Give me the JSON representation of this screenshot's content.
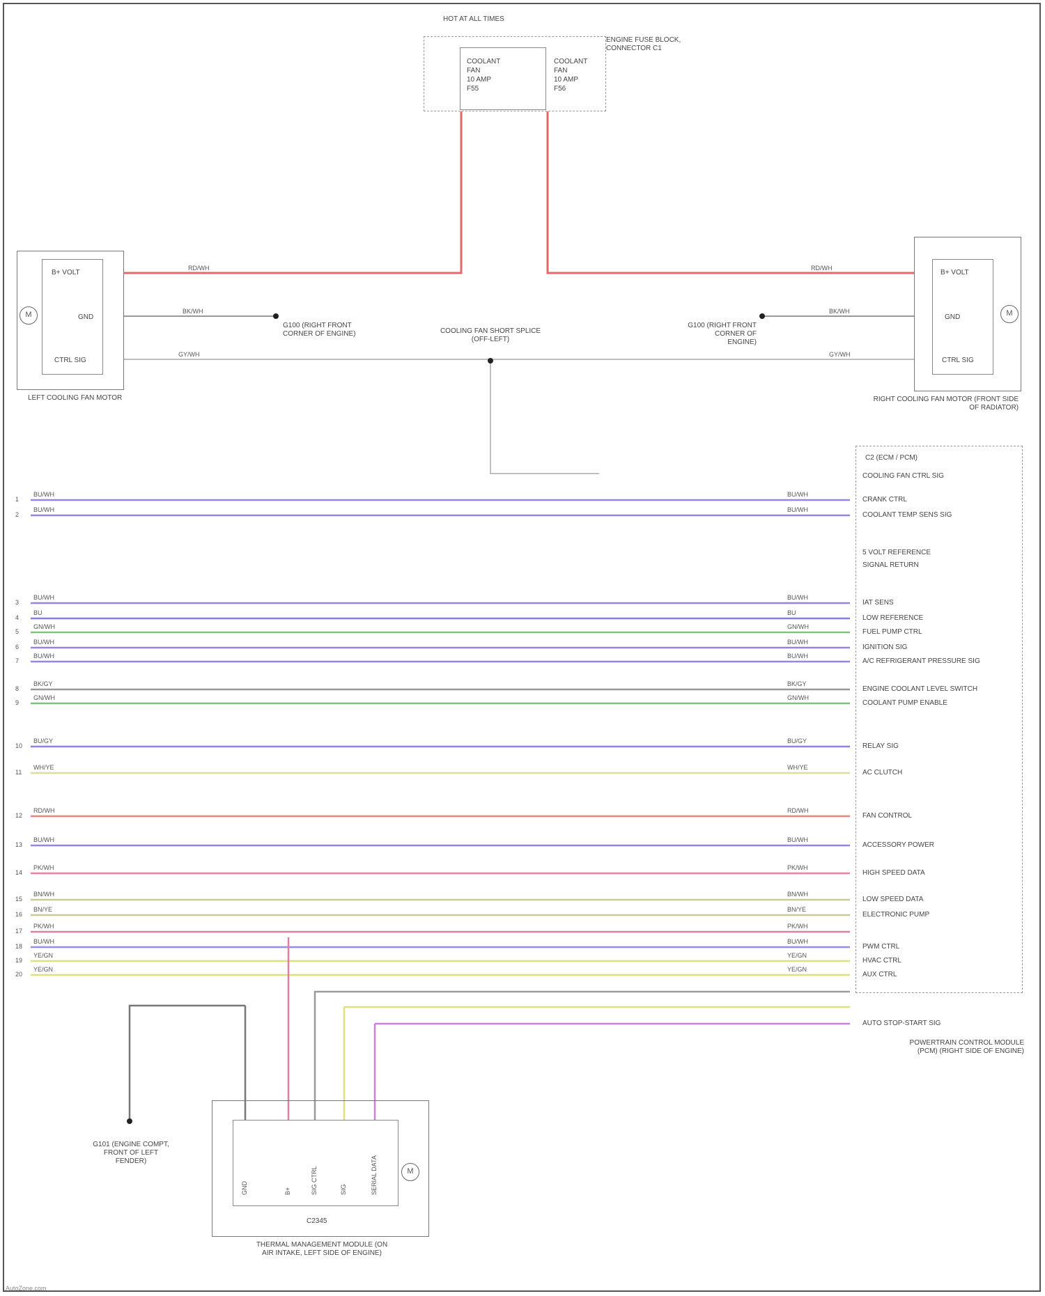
{
  "fuse": {
    "title": "HOT AT ALL TIMES",
    "block_label": "ENGINE FUSE BLOCK, CONNECTOR C1",
    "fuse_left": [
      "COOLANT",
      "FAN",
      "10 AMP",
      "F55"
    ],
    "fuse_right": [
      "COOLANT",
      "FAN",
      "10 AMP",
      "F56"
    ]
  },
  "left_fan": {
    "label": "LEFT COOLING FAN MOTOR",
    "pins": [
      "B+ VOLT",
      "GND",
      "CTRL SIG"
    ],
    "wire_colors": [
      "RD/WH",
      "BK/WH",
      "GY/WH"
    ],
    "motor": "M"
  },
  "right_fan": {
    "label": "RIGHT COOLING FAN MOTOR (FRONT SIDE OF RADIATOR)",
    "pins": [
      "B+ VOLT",
      "GND",
      "CTRL SIG"
    ],
    "wire_colors": [
      "RD/WH",
      "BK/WH",
      "GY/WH"
    ],
    "motor": "M"
  },
  "grounds": {
    "left": "G100 (RIGHT FRONT CORNER OF ENGINE)",
    "right": "G100 (RIGHT FRONT CORNER OF ENGINE)",
    "splice_center": "COOLING FAN SHORT SPLICE (OFF-LEFT)",
    "engine_ground": "G101 (ENGINE COMPT, FRONT OF LEFT FENDER)"
  },
  "pcm": {
    "label": "POWERTRAIN CONTROL MODULE (PCM) (RIGHT SIDE OF ENGINE)",
    "connector": "C2 (ECM / PCM)",
    "pins": [
      "COOLING FAN CTRL SIG",
      "CRANK CTRL",
      "COOLANT TEMP SENS SIG",
      "5 VOLT REFERENCE",
      "SIGNAL RETURN",
      "IAT SENS",
      "LOW REFERENCE",
      "FUEL PUMP CTRL",
      "IGNITION SIG",
      "A/C REFRIGERANT PRESSURE SIG",
      "ENGINE COOLANT LEVEL SWITCH",
      "COOLANT PUMP ENABLE",
      "RELAY SIG",
      "AC CLUTCH",
      "FAN CONTROL",
      "ACCESSORY POWER",
      "HIGH SPEED DATA",
      "LOW SPEED DATA",
      "ELECTRONIC PUMP",
      "PWM CTRL",
      "HVAC CTRL",
      "AUX CTRL",
      "AUTO STOP-START SIG"
    ]
  },
  "harness_wires": [
    {
      "n": "1",
      "label": "BU/WH"
    },
    {
      "n": "2",
      "label": "BU/WH"
    },
    {
      "n": "3",
      "label": "BU/WH"
    },
    {
      "n": "4",
      "label": "BU"
    },
    {
      "n": "5",
      "label": "GN/WH"
    },
    {
      "n": "6",
      "label": "BU/WH"
    },
    {
      "n": "7",
      "label": "BU/WH"
    },
    {
      "n": "8",
      "label": "BK/GY"
    },
    {
      "n": "9",
      "label": "GN/WH"
    },
    {
      "n": "10",
      "label": "BU/GY"
    },
    {
      "n": "11",
      "label": "WH/YE"
    },
    {
      "n": "12",
      "label": "RD/WH"
    },
    {
      "n": "13",
      "label": "BU/WH"
    },
    {
      "n": "14",
      "label": "PK/WH"
    },
    {
      "n": "15",
      "label": "BN/WH"
    },
    {
      "n": "16",
      "label": "BN/YE"
    },
    {
      "n": "17",
      "label": "PK/WH"
    },
    {
      "n": "18",
      "label": "BU/WH"
    },
    {
      "n": "19",
      "label": "YE/GN"
    },
    {
      "n": "20",
      "label": "YE/GN"
    }
  ],
  "module": {
    "label": "THERMAL MANAGEMENT MODULE (ON AIR INTAKE, LEFT SIDE OF ENGINE)",
    "connector": "C2345",
    "pins": [
      "GND",
      "B+",
      "SIG CTRL",
      "SIG",
      "SERIAL DATA"
    ],
    "motor": "M"
  },
  "footer": "AutoZone.com"
}
